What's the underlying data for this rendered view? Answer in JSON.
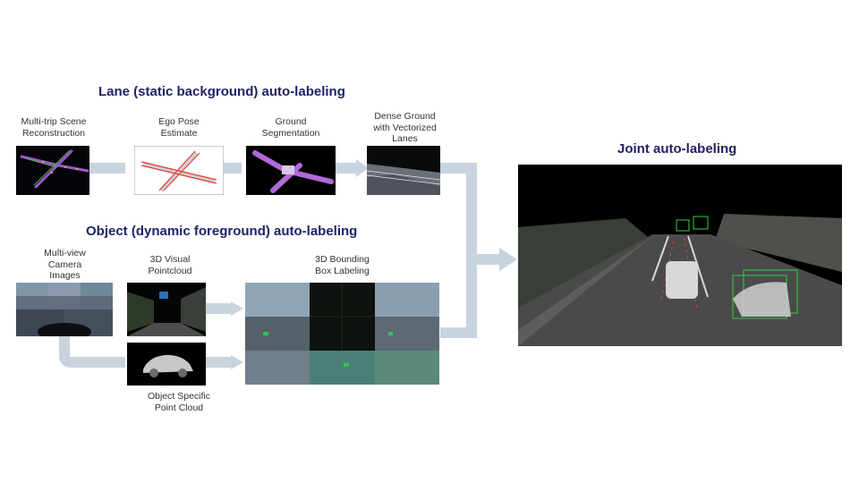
{
  "sections": {
    "lane_title": "Lane (static background) auto-labeling",
    "object_title": "Object (dynamic foreground) auto-labeling",
    "joint_title": "Joint auto-labeling"
  },
  "lane_steps": [
    {
      "label": "Multi-trip Scene\nReconstruction"
    },
    {
      "label": "Ego Pose\nEstimate"
    },
    {
      "label": "Ground\nSegmentation"
    },
    {
      "label": "Dense Ground\nwith Vectorized\nLanes"
    }
  ],
  "object_steps": [
    {
      "label": "Multi-view\nCamera\nImages"
    },
    {
      "label": "3D Visual\nPointcloud"
    },
    {
      "label": "3D Bounding\nBox Labeling"
    },
    {
      "label": "Object Specific\nPoint Cloud"
    }
  ],
  "colors": {
    "title": "#1f2367",
    "arrow": "#c8d3df",
    "lane_purple": "#b06ad8",
    "lane_red": "#e0413a",
    "box_green": "#2fd14a"
  }
}
